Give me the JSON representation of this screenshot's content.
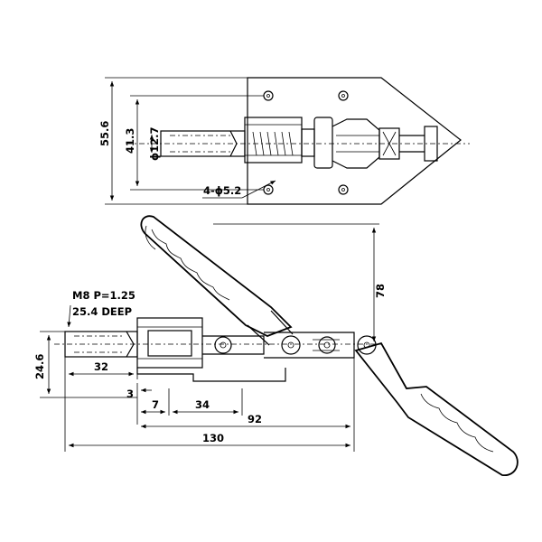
{
  "top_view": {
    "dim_overall_width": "55.6",
    "dim_hole_spacing": "41.3",
    "dim_plunger_dia": "ϕ12.7",
    "dim_mount_holes": "4-ϕ5.2"
  },
  "side_view": {
    "thread_spec": "M8 P=1.25",
    "thread_depth": "25.4 DEEP",
    "dim_height": "78",
    "dim_plunger_height": "24.6",
    "dim_thread_len": "32",
    "dim_offset": "3",
    "dim_a": "7",
    "dim_b": "34",
    "dim_c": "92",
    "dim_overall_length": "130"
  }
}
